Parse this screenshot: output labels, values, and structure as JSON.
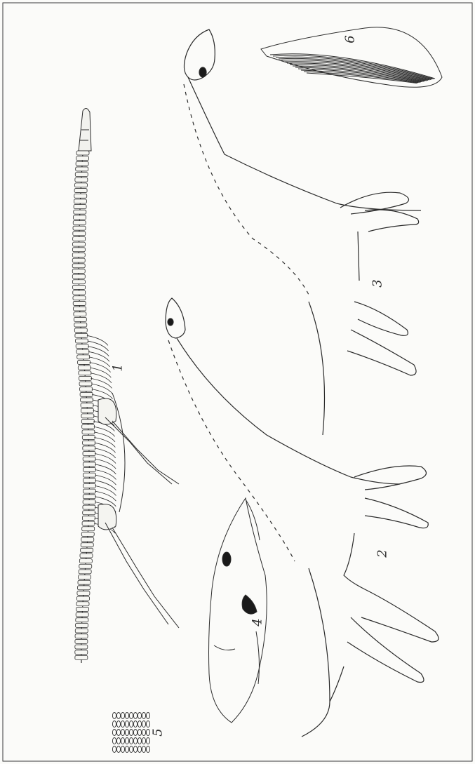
{
  "plate": {
    "figures": [
      {
        "id": "skeleton",
        "label": "1",
        "icon": "plesiosaur-skeleton-icon"
      },
      {
        "id": "restoration-a",
        "label": "2",
        "icon": "plesiosaur-outline-icon"
      },
      {
        "id": "restoration-b",
        "label": "3",
        "icon": "plesiosaur-outline-icon"
      },
      {
        "id": "skull",
        "label": "4",
        "icon": "skull-icon"
      },
      {
        "id": "paddle-bones",
        "label": "5",
        "icon": "paddle-bones-icon"
      },
      {
        "id": "fin",
        "label": "6",
        "icon": "fin-icon"
      }
    ]
  },
  "colors": {
    "paper": "#fbfbf9",
    "ink": "#2a2a2a"
  }
}
